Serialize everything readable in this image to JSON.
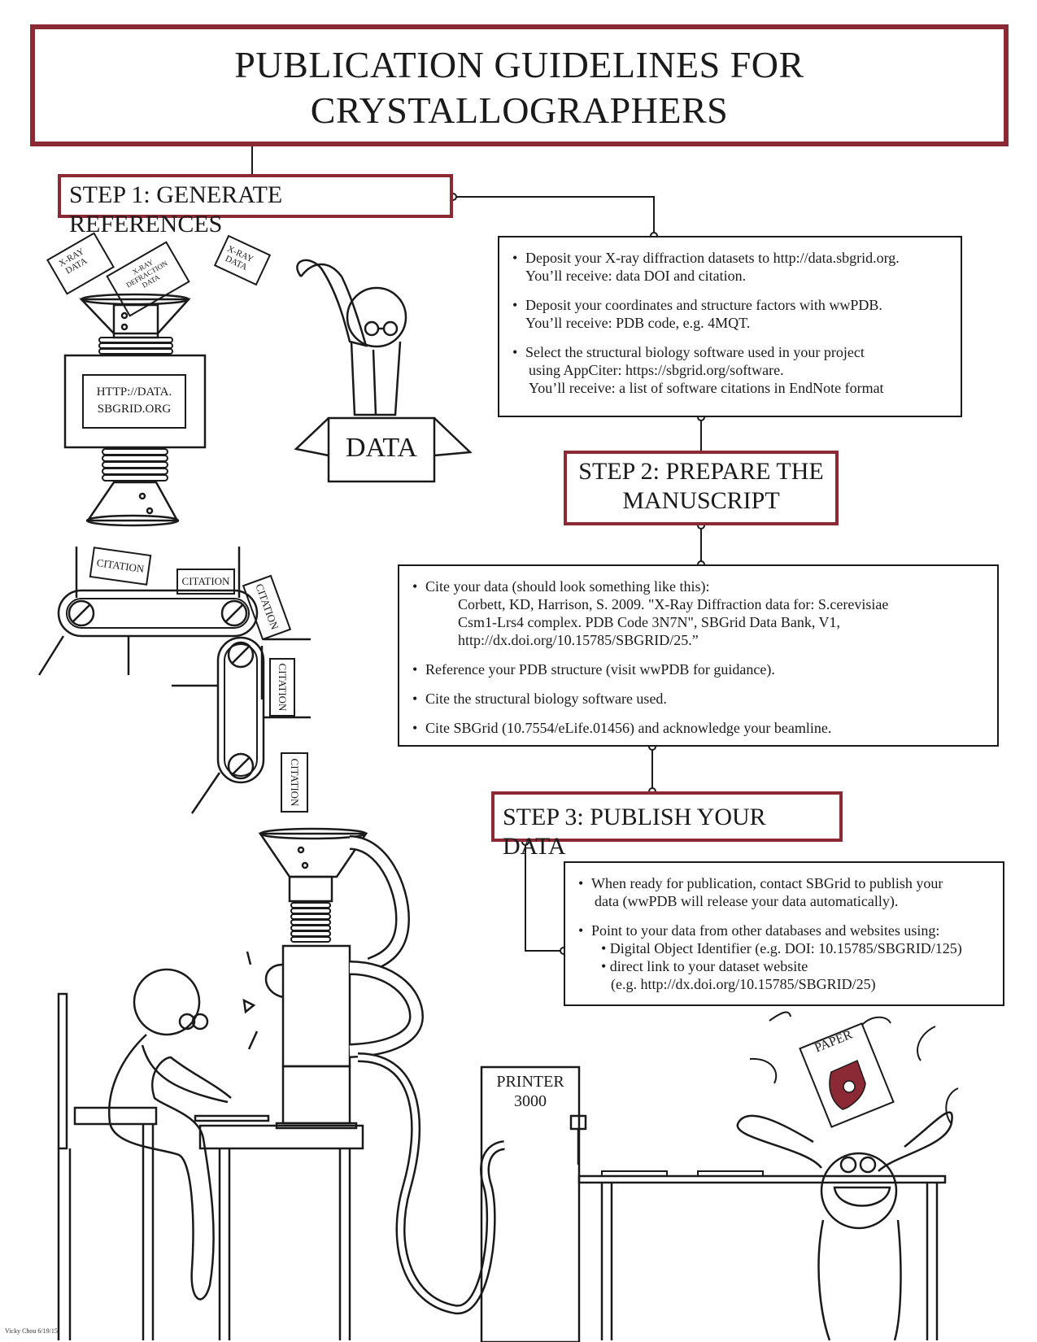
{
  "title": {
    "line1": "PUBLICATION GUIDELINES FOR",
    "line2": "CRYSTALLOGRAPHERS"
  },
  "colors": {
    "accent": "#8b2a35",
    "ink": "#1a1a1a"
  },
  "step1": {
    "heading": "STEP 1: GENERATE REFERENCES",
    "bullets": [
      {
        "line1": "Deposit your X-ray diffraction datasets to http://data.sbgrid.org.",
        "line2": "You’ll receive:  data DOI and citation."
      },
      {
        "line1": "Deposit your coordinates and structure factors with wwPDB.",
        "line2": "You’ll receive:  PDB code, e.g. 4MQT."
      },
      {
        "line1": "Select the structural biology software used in your project",
        "line2": "using AppCiter: https://sbgrid.org/software.",
        "line3": "You’ll receive:  a list of software citations in EndNote format"
      }
    ]
  },
  "step2": {
    "heading_line1": "STEP 2: PREPARE THE",
    "heading_line2": "MANUSCRIPT",
    "bullets": [
      {
        "text": "Cite your data (should look something like this):",
        "example": [
          "Corbett, KD, Harrison, S. 2009. \"X-Ray Diffraction data for: S.cerevisiae",
          "Csm1-Lrs4 complex. PDB Code 3N7N\", SBGrid Data Bank, V1,",
          "http://dx.doi.org/10.15785/SBGRID/25.”"
        ]
      },
      {
        "text": "Reference your PDB structure  (visit wwPDB for guidance)."
      },
      {
        "text": "Cite the structural biology software used."
      },
      {
        "text": "Cite SBGrid (10.7554/eLife.01456) and acknowledge your beamline."
      }
    ]
  },
  "step3": {
    "heading": "STEP 3: PUBLISH YOUR DATA",
    "bullets": [
      {
        "line1": "When ready for publication, contact SBGrid to publish your",
        "line2": "data (wwPDB will release your data automatically)."
      },
      {
        "line1": "Point to your data from other databases and websites using:",
        "sub": [
          "• Digital Object Identifier (e.g. DOI: 10.15785/SBGRID/125)",
          "• direct link to your dataset website",
          "(e.g. http://dx.doi.org/10.15785/SBGRID/25)"
        ]
      }
    ]
  },
  "illustration": {
    "card_xray1": [
      "X-RAY",
      "DATA"
    ],
    "card_xray_diff": [
      "X-RAY",
      "DEFRACTION",
      "DATA"
    ],
    "card_xray2": [
      "X-RAY",
      "DATA"
    ],
    "machine_screen": [
      "HTTP://DATA.",
      "SBGRID.ORG"
    ],
    "data_box": "DATA",
    "citation": "CITATION",
    "printer": [
      "PRINTER",
      "3000"
    ],
    "paper": "PAPER"
  },
  "credit": "Vicky Chou 6/19/15"
}
